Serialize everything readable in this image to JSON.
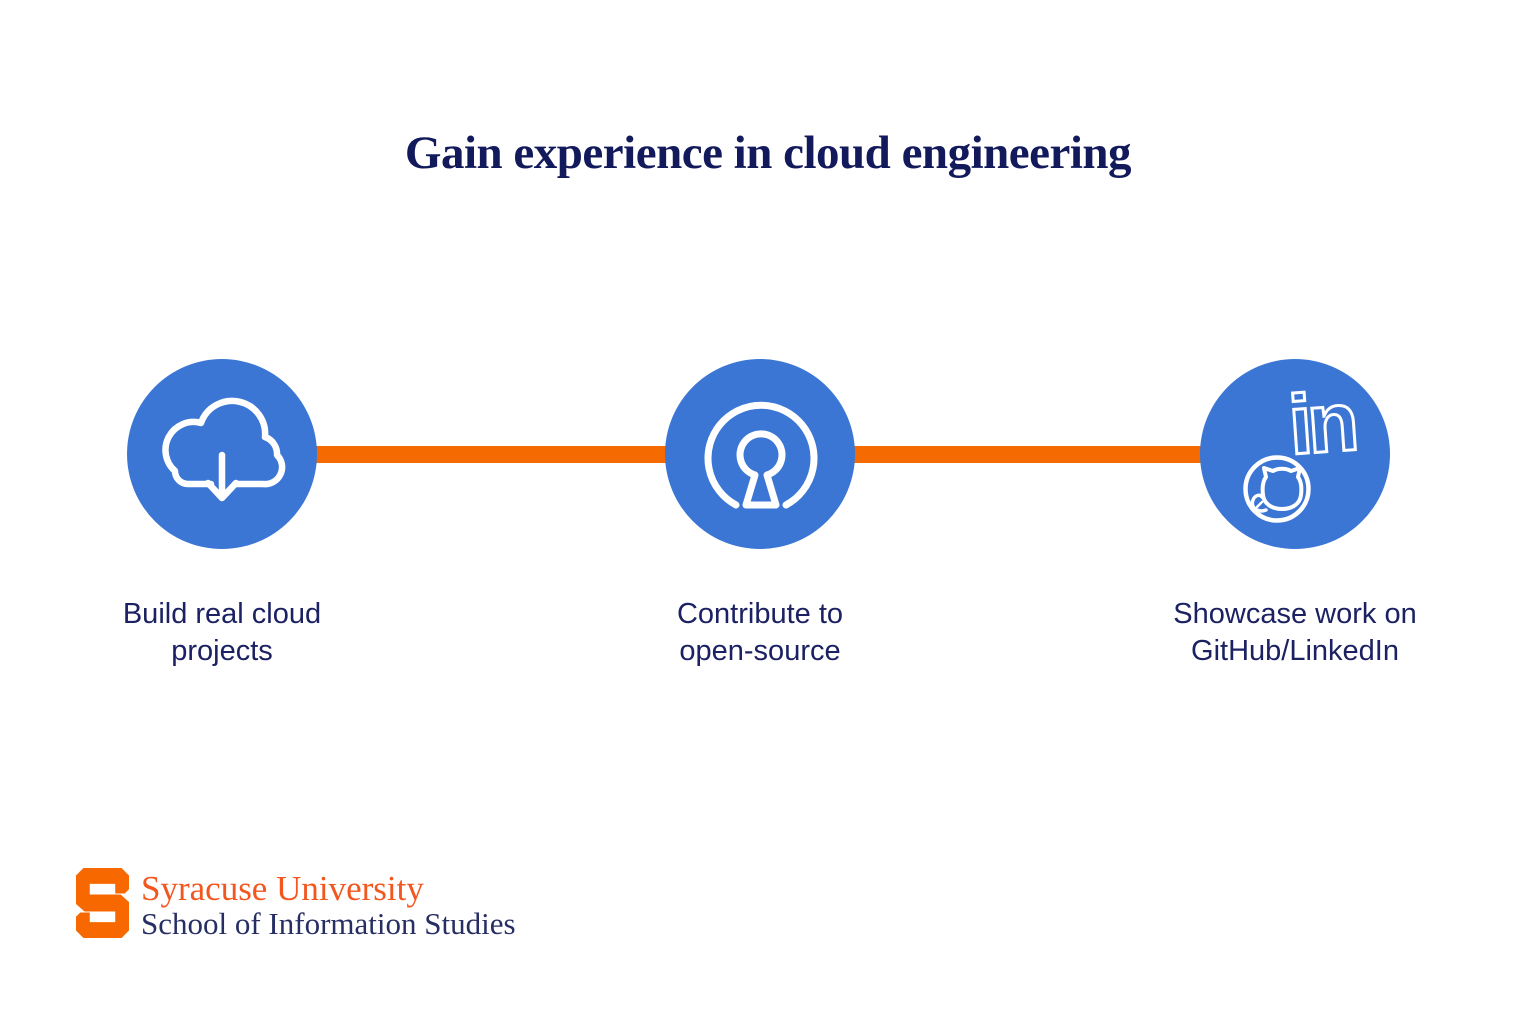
{
  "title": "Gain experience in cloud engineering",
  "steps": [
    {
      "icon": "cloud-download",
      "line1": "Build real cloud",
      "line2": "projects"
    },
    {
      "icon": "open-source",
      "line1": "Contribute to",
      "line2": "open-source"
    },
    {
      "icon": "github-linkedin",
      "line1": "Showcase work on",
      "line2": "GitHub/LinkedIn",
      "linkedin_text": "in"
    }
  ],
  "footer": {
    "university": "Syracuse University",
    "school": "School of Information Studies"
  },
  "colors": {
    "circle_blue": "#3B76D5",
    "connector_orange": "#F66A02",
    "title_navy": "#131A5C",
    "label_navy": "#1B2162",
    "logo_orange": "#F2571F",
    "logo_navy": "#272E63",
    "logo_block_orange": "#F76900",
    "bg": "#FFFFFF"
  }
}
